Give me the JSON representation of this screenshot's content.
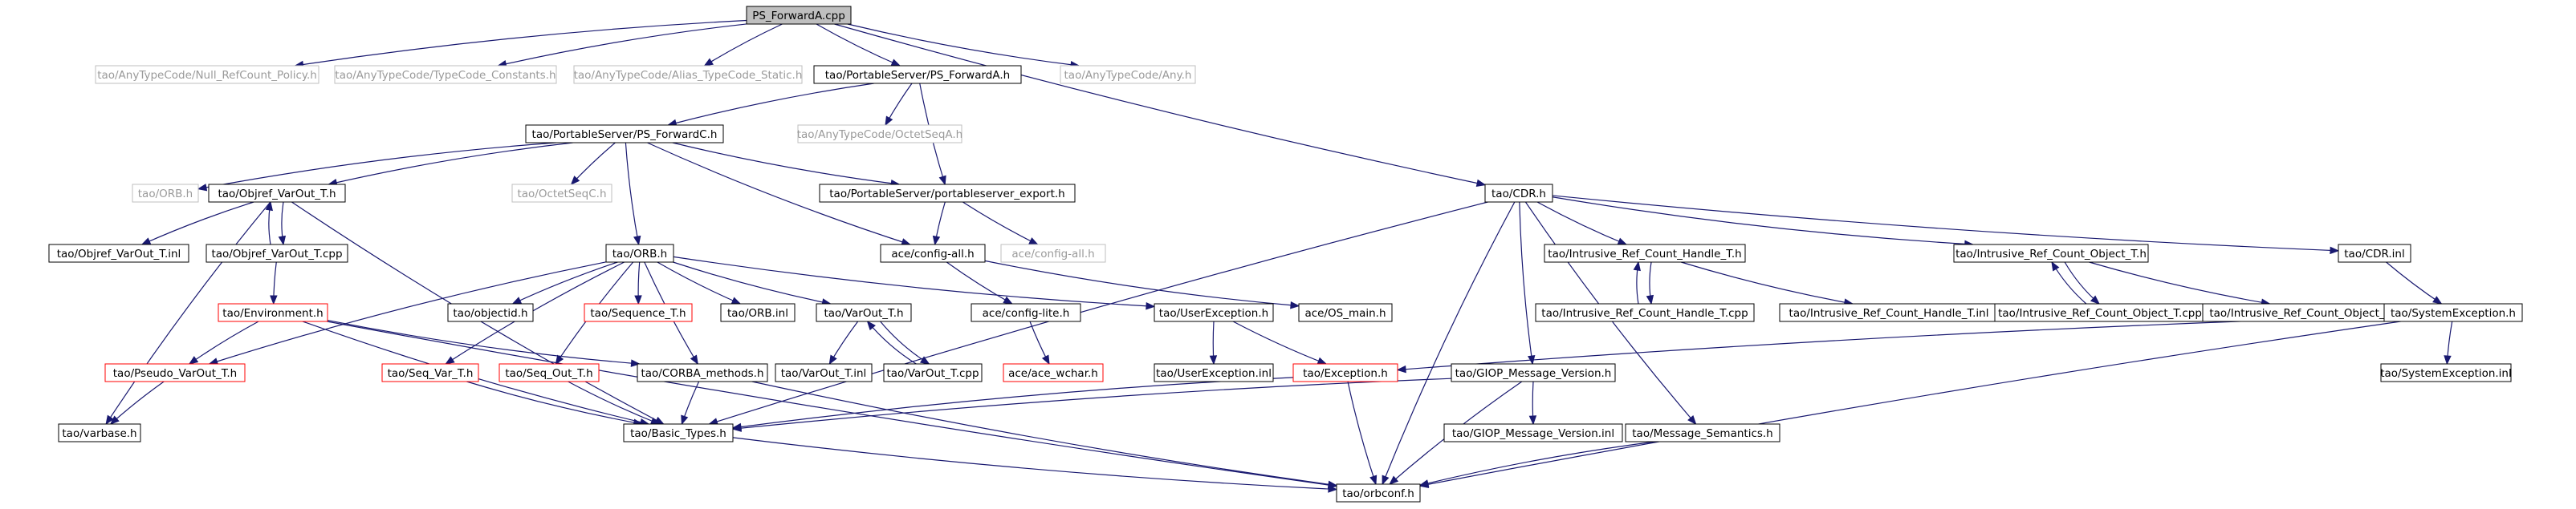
{
  "colors": {
    "edge": "#191970",
    "border_normal": "#000000",
    "border_missing": "#ff0000",
    "border_external": "#bfbfbf",
    "root_fill": "#bfbfbf",
    "text_external": "#9a9a9a"
  },
  "nodes": [
    {
      "id": "ps_fwd_cpp",
      "label": "PS_ForwardA.cpp",
      "style": "root"
    },
    {
      "id": "null_refcount",
      "label": "tao/AnyTypeCode/Null_RefCount_Policy.h",
      "style": "external"
    },
    {
      "id": "typecode_constants",
      "label": "tao/AnyTypeCode/TypeCode_Constants.h",
      "style": "external"
    },
    {
      "id": "alias_typecode",
      "label": "tao/AnyTypeCode/Alias_TypeCode_Static.h",
      "style": "external"
    },
    {
      "id": "ps_fwda_h",
      "label": "tao/PortableServer/PS_ForwardA.h",
      "style": "normal"
    },
    {
      "id": "any_h",
      "label": "tao/AnyTypeCode/Any.h",
      "style": "external"
    },
    {
      "id": "ps_fwdc_h",
      "label": "tao/PortableServer/PS_ForwardC.h",
      "style": "normal"
    },
    {
      "id": "octetseqa_h",
      "label": "tao/AnyTypeCode/OctetSeqA.h",
      "style": "external"
    },
    {
      "id": "orb_h_ext",
      "label": "tao/ORB.h",
      "style": "external"
    },
    {
      "id": "objref_varout_h",
      "label": "tao/Objref_VarOut_T.h",
      "style": "normal"
    },
    {
      "id": "octetseqc_h",
      "label": "tao/OctetSeqC.h",
      "style": "external"
    },
    {
      "id": "ps_export_h",
      "label": "tao/PortableServer/portableserver_export.h",
      "style": "normal"
    },
    {
      "id": "cdr_h",
      "label": "tao/CDR.h",
      "style": "normal"
    },
    {
      "id": "objref_varout_inl",
      "label": "tao/Objref_VarOut_T.inl",
      "style": "normal"
    },
    {
      "id": "objref_varout_cpp",
      "label": "tao/Objref_VarOut_T.cpp",
      "style": "normal"
    },
    {
      "id": "orb_h",
      "label": "tao/ORB.h",
      "style": "normal"
    },
    {
      "id": "config_all_h",
      "label": "ace/config-all.h",
      "style": "normal"
    },
    {
      "id": "config_all_ext",
      "label": "ace/config-all.h",
      "style": "external"
    },
    {
      "id": "irch_h",
      "label": "tao/Intrusive_Ref_Count_Handle_T.h",
      "style": "normal"
    },
    {
      "id": "irco_h",
      "label": "tao/Intrusive_Ref_Count_Object_T.h",
      "style": "normal"
    },
    {
      "id": "cdr_inl",
      "label": "tao/CDR.inl",
      "style": "normal"
    },
    {
      "id": "environment_h",
      "label": "tao/Environment.h",
      "style": "missing"
    },
    {
      "id": "objectid_h",
      "label": "tao/objectid.h",
      "style": "normal"
    },
    {
      "id": "sequence_h",
      "label": "tao/Sequence_T.h",
      "style": "missing"
    },
    {
      "id": "orb_inl",
      "label": "tao/ORB.inl",
      "style": "normal"
    },
    {
      "id": "varout_h",
      "label": "tao/VarOut_T.h",
      "style": "normal"
    },
    {
      "id": "config_lite_h",
      "label": "ace/config-lite.h",
      "style": "normal"
    },
    {
      "id": "userexception_h",
      "label": "tao/UserException.h",
      "style": "normal"
    },
    {
      "id": "os_main_h",
      "label": "ace/OS_main.h",
      "style": "normal"
    },
    {
      "id": "irch_cpp",
      "label": "tao/Intrusive_Ref_Count_Handle_T.cpp",
      "style": "normal"
    },
    {
      "id": "irch_inl",
      "label": "tao/Intrusive_Ref_Count_Handle_T.inl",
      "style": "normal"
    },
    {
      "id": "irco_cpp",
      "label": "tao/Intrusive_Ref_Count_Object_T.cpp",
      "style": "normal"
    },
    {
      "id": "irco_inl",
      "label": "tao/Intrusive_Ref_Count_Object_T.inl",
      "style": "normal"
    },
    {
      "id": "sysexception_h",
      "label": "tao/SystemException.h",
      "style": "normal"
    },
    {
      "id": "pseudo_varout_h",
      "label": "tao/Pseudo_VarOut_T.h",
      "style": "missing"
    },
    {
      "id": "seq_var_h",
      "label": "tao/Seq_Var_T.h",
      "style": "missing"
    },
    {
      "id": "seq_out_h",
      "label": "tao/Seq_Out_T.h",
      "style": "missing"
    },
    {
      "id": "corba_methods_h",
      "label": "tao/CORBA_methods.h",
      "style": "normal"
    },
    {
      "id": "varout_inl",
      "label": "tao/VarOut_T.inl",
      "style": "normal"
    },
    {
      "id": "varout_cpp",
      "label": "tao/VarOut_T.cpp",
      "style": "normal"
    },
    {
      "id": "ace_wchar_h",
      "label": "ace/ace_wchar.h",
      "style": "missing"
    },
    {
      "id": "userexception_inl",
      "label": "tao/UserException.inl",
      "style": "normal"
    },
    {
      "id": "exception_h",
      "label": "tao/Exception.h",
      "style": "missing"
    },
    {
      "id": "giop_h",
      "label": "tao/GIOP_Message_Version.h",
      "style": "normal"
    },
    {
      "id": "sysexception_inl",
      "label": "tao/SystemException.inl",
      "style": "normal"
    },
    {
      "id": "varbase_h",
      "label": "tao/varbase.h",
      "style": "normal"
    },
    {
      "id": "basic_types_h",
      "label": "tao/Basic_Types.h",
      "style": "normal"
    },
    {
      "id": "giop_inl",
      "label": "tao/GIOP_Message_Version.inl",
      "style": "normal"
    },
    {
      "id": "msg_semantics_h",
      "label": "tao/Message_Semantics.h",
      "style": "normal"
    },
    {
      "id": "orbconf_h",
      "label": "tao/orbconf.h",
      "style": "normal"
    }
  ],
  "edges": [
    [
      "ps_fwd_cpp",
      "null_refcount"
    ],
    [
      "ps_fwd_cpp",
      "typecode_constants"
    ],
    [
      "ps_fwd_cpp",
      "alias_typecode"
    ],
    [
      "ps_fwd_cpp",
      "ps_fwda_h"
    ],
    [
      "ps_fwd_cpp",
      "any_h"
    ],
    [
      "ps_fwd_cpp",
      "cdr_h"
    ],
    [
      "ps_fwda_h",
      "ps_fwdc_h"
    ],
    [
      "ps_fwda_h",
      "octetseqa_h"
    ],
    [
      "ps_fwda_h",
      "ps_export_h"
    ],
    [
      "ps_fwdc_h",
      "orb_h_ext"
    ],
    [
      "ps_fwdc_h",
      "objref_varout_h"
    ],
    [
      "ps_fwdc_h",
      "octetseqc_h"
    ],
    [
      "ps_fwdc_h",
      "ps_export_h"
    ],
    [
      "ps_fwdc_h",
      "orb_h"
    ],
    [
      "ps_fwdc_h",
      "config_all_h"
    ],
    [
      "objref_varout_h",
      "objref_varout_inl"
    ],
    [
      "objref_varout_h",
      "objref_varout_cpp"
    ],
    [
      "objref_varout_h",
      "varbase_h"
    ],
    [
      "objref_varout_h",
      "basic_types_h"
    ],
    [
      "objref_varout_cpp",
      "objref_varout_h"
    ],
    [
      "objref_varout_cpp",
      "environment_h"
    ],
    [
      "ps_export_h",
      "config_all_h"
    ],
    [
      "ps_export_h",
      "config_all_ext"
    ],
    [
      "config_all_h",
      "config_lite_h"
    ],
    [
      "config_all_h",
      "os_main_h"
    ],
    [
      "config_lite_h",
      "ace_wchar_h"
    ],
    [
      "orb_h",
      "objectid_h"
    ],
    [
      "orb_h",
      "sequence_h"
    ],
    [
      "orb_h",
      "orb_inl"
    ],
    [
      "orb_h",
      "varout_h"
    ],
    [
      "orb_h",
      "userexception_h"
    ],
    [
      "orb_h",
      "pseudo_varout_h"
    ],
    [
      "orb_h",
      "seq_var_h"
    ],
    [
      "orb_h",
      "seq_out_h"
    ],
    [
      "orb_h",
      "corba_methods_h"
    ],
    [
      "environment_h",
      "pseudo_varout_h"
    ],
    [
      "environment_h",
      "corba_methods_h"
    ],
    [
      "environment_h",
      "basic_types_h"
    ],
    [
      "environment_h",
      "orbconf_h"
    ],
    [
      "pseudo_varout_h",
      "varbase_h"
    ],
    [
      "seq_var_h",
      "basic_types_h"
    ],
    [
      "seq_out_h",
      "basic_types_h"
    ],
    [
      "corba_methods_h",
      "basic_types_h"
    ],
    [
      "corba_methods_h",
      "orbconf_h"
    ],
    [
      "varout_h",
      "varout_inl"
    ],
    [
      "varout_h",
      "varout_cpp"
    ],
    [
      "varout_cpp",
      "varout_h"
    ],
    [
      "userexception_h",
      "userexception_inl"
    ],
    [
      "userexception_h",
      "exception_h"
    ],
    [
      "exception_h",
      "basic_types_h"
    ],
    [
      "exception_h",
      "orbconf_h"
    ],
    [
      "cdr_h",
      "irch_h"
    ],
    [
      "cdr_h",
      "irco_h"
    ],
    [
      "cdr_h",
      "cdr_inl"
    ],
    [
      "cdr_h",
      "giop_h"
    ],
    [
      "cdr_h",
      "msg_semantics_h"
    ],
    [
      "cdr_h",
      "basic_types_h"
    ],
    [
      "cdr_h",
      "orbconf_h"
    ],
    [
      "irch_h",
      "irch_cpp"
    ],
    [
      "irch_h",
      "irch_inl"
    ],
    [
      "irch_cpp",
      "irch_h"
    ],
    [
      "irco_h",
      "irco_cpp"
    ],
    [
      "irco_h",
      "irco_inl"
    ],
    [
      "irco_cpp",
      "irco_h"
    ],
    [
      "cdr_inl",
      "sysexception_h"
    ],
    [
      "sysexception_h",
      "sysexception_inl"
    ],
    [
      "sysexception_h",
      "exception_h"
    ],
    [
      "sysexception_h",
      "orbconf_h"
    ],
    [
      "giop_h",
      "giop_inl"
    ],
    [
      "giop_h",
      "basic_types_h"
    ],
    [
      "giop_h",
      "orbconf_h"
    ],
    [
      "msg_semantics_h",
      "orbconf_h"
    ],
    [
      "basic_types_h",
      "orbconf_h"
    ]
  ]
}
